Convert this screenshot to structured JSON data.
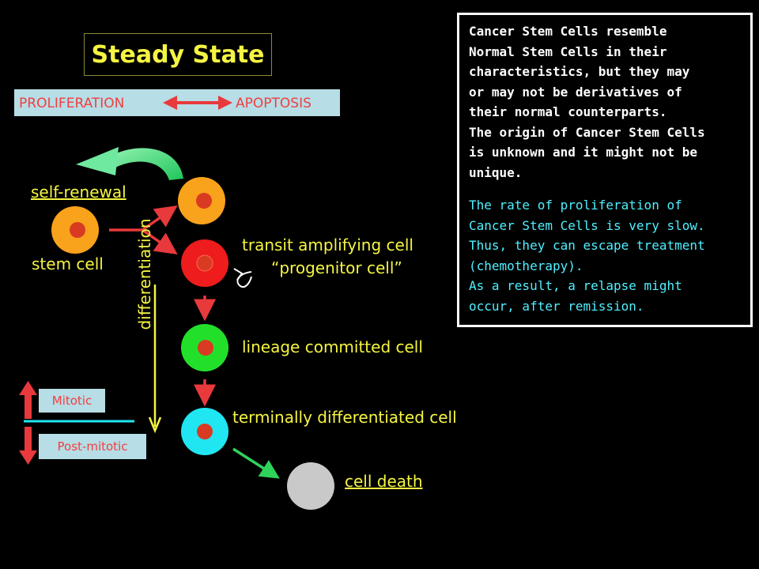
{
  "title": "Steady State",
  "balance": {
    "left": "PROLIFERATION",
    "right": "APOPTOSIS"
  },
  "labels": {
    "self_renewal": "self-renewal",
    "stem_cell": "stem cell",
    "transit_line1": "transit amplifying cell",
    "transit_line2": "“progenitor cell”",
    "lineage": "lineage committed cell",
    "terminal": "terminally differentiated cell",
    "cell_death": "cell death",
    "differentiation": "differentiation",
    "mitotic": "Mitotic",
    "post_mitotic": "Post-mitotic"
  },
  "info": {
    "white_lines": [
      "Cancer Stem Cells resemble",
      "Normal Stem Cells in their",
      "characteristics, but they may",
      "or may not be derivatives of",
      "their normal counterparts.",
      "The origin of Cancer Stem Cells",
      "is unknown and it might not be",
      "unique."
    ],
    "cyan_lines": [
      "The rate of proliferation of",
      "Cancer Stem Cells is very slow.",
      "Thus, they can escape treatment",
      "(chemotherapy).",
      "As a result, a relapse might",
      "occur, after remission."
    ]
  },
  "colors": {
    "background": "#000000",
    "label_text": "#f5f542",
    "arrow_red": "#e8393c",
    "arrow_green": "#2fd35a",
    "box_fill": "#b7dde6",
    "info_white": "#ffffff",
    "info_cyan": "#4ff0ff",
    "cell_orange": "#f9a21b",
    "cell_red": "#ee1c1c",
    "cell_green": "#22e02a",
    "cell_cyan": "#20e6f2",
    "cell_gray": "#c9c9c9",
    "nucleus": "#d93a22"
  },
  "icons": {
    "curved_arrow": "curved-green-arrow-icon",
    "loop_arrow": "loop-arrow-icon"
  }
}
